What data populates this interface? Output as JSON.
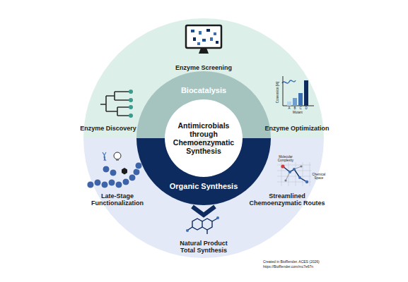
{
  "diagram": {
    "nodes": [
      {
        "text": [
          "Antimicrobials through Chemoenzymatic Synthesis"
        ]
      },
      {
        "text": [
          "Biocatalysis"
        ]
      },
      {
        "text": [
          "Organic Synthesis"
        ]
      }
    ],
    "labels": [
      "Enzyme Screening",
      "Enzyme Discovery",
      "Enzyme Optimization",
      "Conversion [%]",
      "A",
      "B",
      "C",
      "D",
      "Mutant",
      "Molecular Complexity",
      "Chemical Space",
      "Late-Stage Functionalization",
      "Streamlined Chemoenzymatic Routes",
      "Natural Product Total Synthesis",
      "Created in BioRender. ACES (2026)",
      "https://BioRender.com/mc7e67n"
    ]
  }
}
